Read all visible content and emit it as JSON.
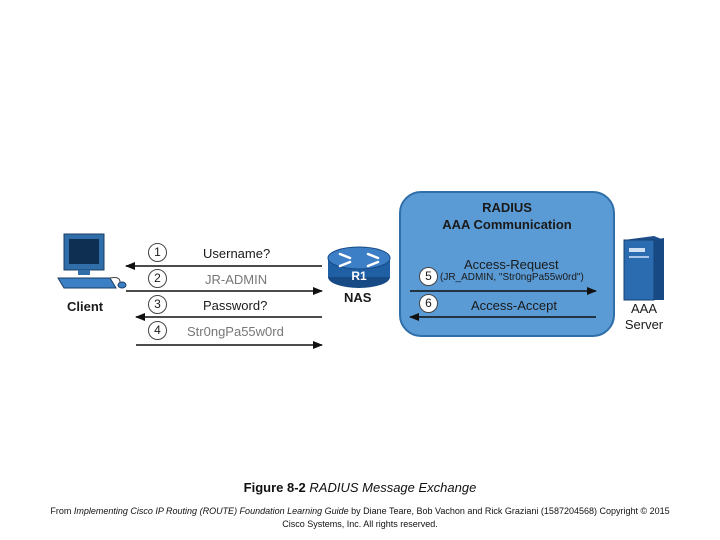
{
  "radius_box": {
    "title_line1": "RADIUS",
    "title_line2": "AAA Communication"
  },
  "client": {
    "label": "Client",
    "icon": "computer-icon"
  },
  "nas": {
    "router_label": "R1",
    "label": "NAS",
    "icon": "router-icon"
  },
  "server": {
    "label_line1": "AAA",
    "label_line2": "Server",
    "icon": "server-icon"
  },
  "client_messages": [
    {
      "num": "1",
      "text": "Username?",
      "direction": "to-client",
      "style": "dark"
    },
    {
      "num": "2",
      "text": "JR-ADMIN",
      "direction": "to-nas",
      "style": "grey"
    },
    {
      "num": "3",
      "text": "Password?",
      "direction": "to-client",
      "style": "dark"
    },
    {
      "num": "4",
      "text": "Str0ngPa55w0rd",
      "direction": "to-nas",
      "style": "grey"
    }
  ],
  "server_messages": [
    {
      "num": "5",
      "text": "Access-Request",
      "subtext": "(JR_ADMIN, \"Str0ngPa55w0rd\")",
      "direction": "to-server"
    },
    {
      "num": "6",
      "text": "Access-Accept",
      "direction": "to-nas"
    }
  ],
  "caption": {
    "figure": "Figure 8-2",
    "title": "RADIUS Message Exchange"
  },
  "credit": {
    "prefix": "From ",
    "book": "Implementing Cisco IP Routing (ROUTE) Foundation Learning Guide",
    "suffix": " by Diane Teare, Bob Vachon and Rick Graziani (1587204568) Copyright © 2015",
    "line2": "Cisco Systems, Inc. All rights reserved."
  },
  "colors": {
    "radius_fill": "#5b9bd5",
    "router_fill": "#1f5fa3",
    "server_fill": "#2b6cb0"
  }
}
